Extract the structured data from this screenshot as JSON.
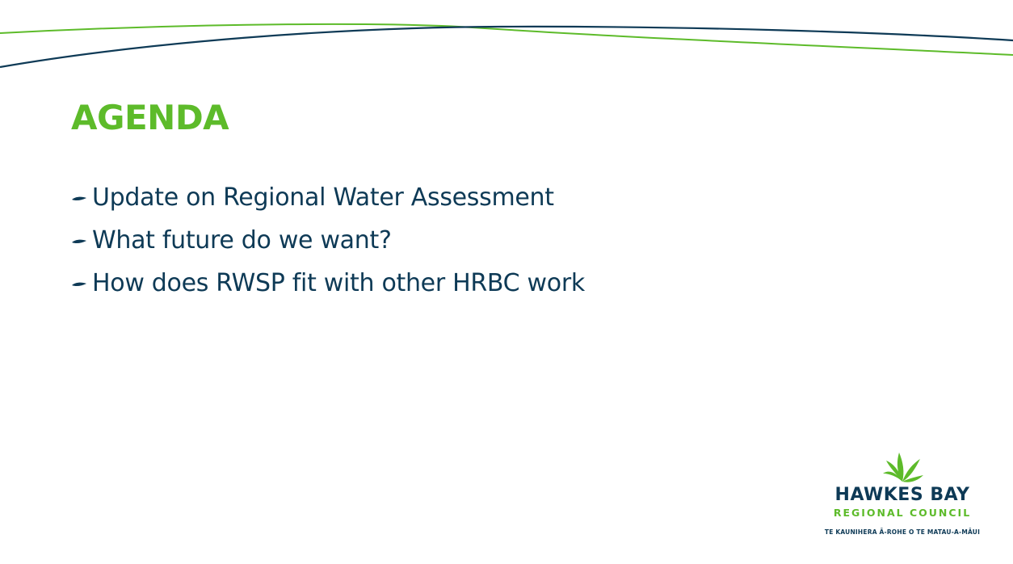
{
  "colors": {
    "accent_green": "#5DBB2A",
    "navy": "#0E3A56",
    "background": "#FFFFFF"
  },
  "slide": {
    "title": "AGENDA",
    "bullet_icon": "dash-bullet-icon",
    "bullets": [
      "Update on Regional Water Assessment",
      "What future do we want?",
      "How does RWSP fit with other HRBC work"
    ]
  },
  "logo": {
    "icon": "fern-leaves-icon",
    "name": "HAWKES BAY",
    "subtitle": "REGIONAL COUNCIL",
    "tagline": "TE KAUNIHERA Ā-ROHE O TE MATAU-A-MĀUI"
  }
}
